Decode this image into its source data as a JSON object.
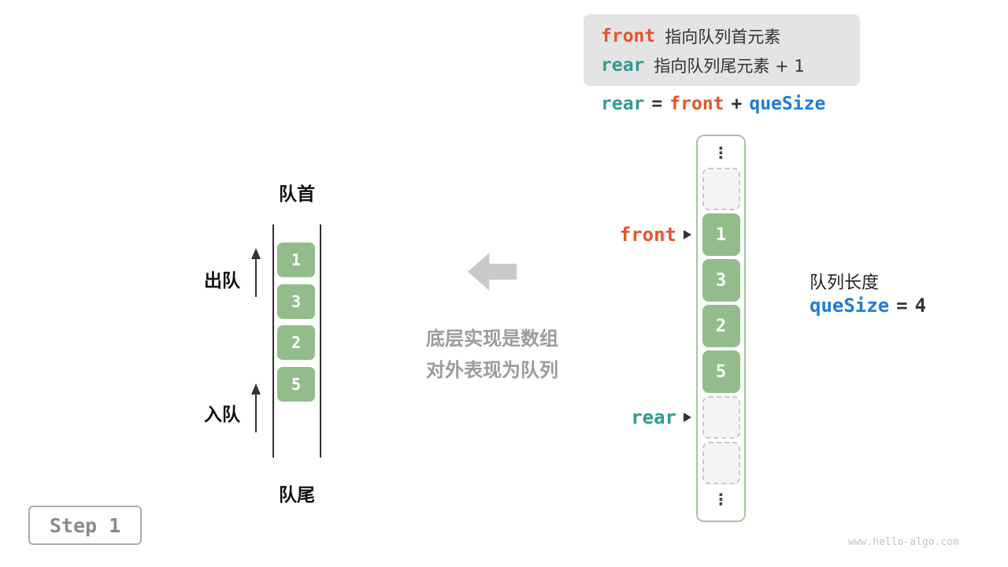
{
  "legend": {
    "line1_keyword": "front",
    "line1_text": "指向队列首元素",
    "line2_keyword": "rear",
    "line2_text": "指向队列尾元素 + 1"
  },
  "formula": {
    "rear": "rear",
    "eq": "=",
    "front": "front",
    "plus": "+",
    "quesize": "queSize"
  },
  "left_queue": {
    "front_label": "队首",
    "rear_label": "队尾",
    "dequeue_label": "出队",
    "enqueue_label": "入队",
    "cells": [
      "1",
      "3",
      "2",
      "5"
    ]
  },
  "middle": {
    "caption1": "底层实现是数组",
    "caption2": "对外表现为队列"
  },
  "array": {
    "ellipsis_top": "⋮",
    "ellipsis_bottom": "⋮",
    "cells": [
      "1",
      "3",
      "2",
      "5"
    ],
    "front_pointer": "front",
    "rear_pointer": "rear"
  },
  "info": {
    "length_label": "队列长度",
    "quesize": "queSize",
    "eq": "=",
    "value": "4"
  },
  "step": "Step 1",
  "watermark": "www.hello-algo.com",
  "icons": {
    "pointer_arrow": "triangle-right",
    "block_arrow": "arrow-left-block",
    "flow_arrows": "arrow-up"
  },
  "colors": {
    "front_orange": "#E8532A",
    "rear_teal": "#2C9C91",
    "quesize_blue": "#1C7CD6",
    "cell_green": "#92BD8B",
    "legend_bg": "#E4E4E4"
  }
}
